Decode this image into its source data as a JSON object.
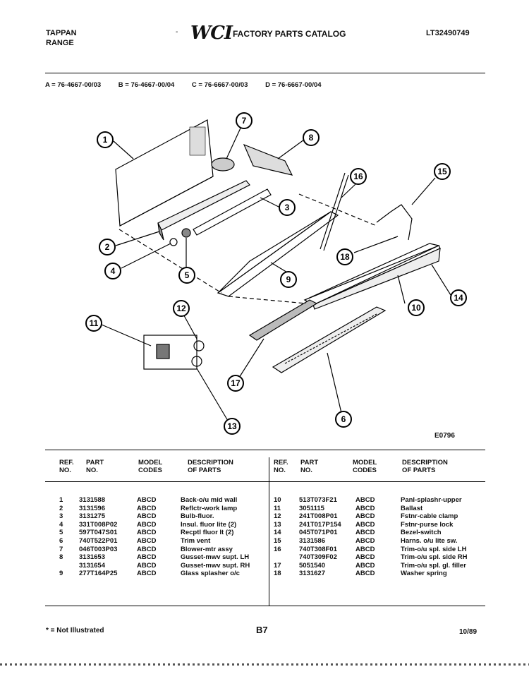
{
  "header": {
    "brand_line1": "TAPPAN",
    "brand_line2": "RANGE",
    "logo": "WCI",
    "catalog_title": "FACTORY PARTS CATALOG",
    "publication_no": "LT32490749",
    "dash": "-"
  },
  "models": [
    "A = 76-4667-00/03",
    "B = 76-4667-00/04",
    "C = 76-6667-00/03",
    "D = 76-6667-00/04"
  ],
  "diagram": {
    "callouts": [
      "1",
      "2",
      "3",
      "4",
      "5",
      "6",
      "7",
      "8",
      "9",
      "10",
      "11",
      "12",
      "13",
      "14",
      "15",
      "16",
      "17",
      "18"
    ],
    "drawing_code": "E0796"
  },
  "table": {
    "headers": {
      "ref_no": [
        "REF.",
        "NO."
      ],
      "part_no": [
        "PART",
        "NO."
      ],
      "model_codes": [
        "MODEL",
        "CODES"
      ],
      "description": [
        "DESCRIPTION",
        "OF PARTS"
      ]
    },
    "left_rows": [
      {
        "ref": "1",
        "part": "3131588",
        "codes": "ABCD",
        "desc": "Back-o/u mid wall"
      },
      {
        "ref": "2",
        "part": "3131596",
        "codes": "ABCD",
        "desc": "Reflctr-work lamp"
      },
      {
        "ref": "3",
        "part": "3131275",
        "codes": "ABCD",
        "desc": "Bulb-fluor."
      },
      {
        "ref": "4",
        "part": "331T008P02",
        "codes": "ABCD",
        "desc": "Insul. fluor lite (2)"
      },
      {
        "ref": "5",
        "part": "597T047S01",
        "codes": "ABCD",
        "desc": "Recptl fluor lt (2)"
      },
      {
        "ref": "6",
        "part": "740T522P01",
        "codes": "ABCD",
        "desc": "Trim vent"
      },
      {
        "ref": "7",
        "part": "046T003P03",
        "codes": "ABCD",
        "desc": "Blower-mtr assy"
      },
      {
        "ref": "8",
        "part": "3131653",
        "codes": "ABCD",
        "desc": "Gusset-mwv supt. LH"
      },
      {
        "ref": "",
        "part": "3131654",
        "codes": "ABCD",
        "desc": "Gusset-mwv supt. RH"
      },
      {
        "ref": "9",
        "part": "277T164P25",
        "codes": "ABCD",
        "desc": "Glass splasher o/c"
      }
    ],
    "right_rows": [
      {
        "ref": "10",
        "part": "513T073F21",
        "codes": "ABCD",
        "desc": "Panl-splashr-upper"
      },
      {
        "ref": "11",
        "part": "3051115",
        "codes": "ABCD",
        "desc": "Ballast"
      },
      {
        "ref": "12",
        "part": "241T008P01",
        "codes": "ABCD",
        "desc": "Fstnr-cable clamp"
      },
      {
        "ref": "13",
        "part": "241T017P154",
        "codes": "ABCD",
        "desc": "Fstnr-purse lock"
      },
      {
        "ref": "14",
        "part": "045T071P01",
        "codes": "ABCD",
        "desc": "Bezel-switch"
      },
      {
        "ref": "15",
        "part": "3131586",
        "codes": "ABCD",
        "desc": "Harns. o/u lite sw."
      },
      {
        "ref": "16",
        "part": "740T308F01",
        "codes": "ABCD",
        "desc": "Trim-o/u spl. side LH"
      },
      {
        "ref": "",
        "part": "740T309F02",
        "codes": "ABCD",
        "desc": "Trim-o/u spl. side RH"
      },
      {
        "ref": "17",
        "part": "5051540",
        "codes": "ABCD",
        "desc": "Trim-o/u spl. gl. filler"
      },
      {
        "ref": "18",
        "part": "3131627",
        "codes": "ABCD",
        "desc": "Washer spring"
      }
    ]
  },
  "footer": {
    "note": "* = Not Illustrated",
    "page": "B7",
    "date": "10/89"
  }
}
